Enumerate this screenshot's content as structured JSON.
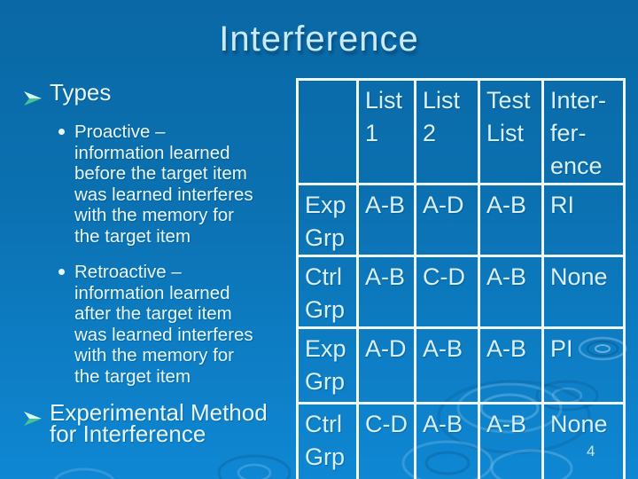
{
  "slide": {
    "title": "Interference",
    "page_number": "4",
    "colors": {
      "background_top": "#0A68A5",
      "background_bottom": "#0F87D3",
      "title_text": "#C9EAF8",
      "body_text": "#E8F7F4",
      "table_border": "#F1F8F9",
      "table_text": "#D9F0F2",
      "arrow_bullet_light": "#D8FAE8",
      "arrow_bullet_dark": "#46C496"
    },
    "bullets": {
      "level1_types": "Types",
      "level2_items": [
        "Proactive –\ninformation learned\nbefore the target item\nwas learned interferes\nwith the memory for\nthe target item",
        "Retroactive –\ninformation learned\nafter the target item\nwas learned interferes\nwith the memory for\nthe target item"
      ],
      "level1_method": "Experimental Method\nfor Interference"
    },
    "table": {
      "headers": [
        "",
        "List\n1",
        "List\n2",
        "Test\nList",
        "Inter-\nfer-\nence"
      ],
      "rows": [
        {
          "label": "Exp\nGrp",
          "cells": [
            "A-B",
            "A-D",
            "A-B",
            "RI"
          ]
        },
        {
          "label": "Ctrl\nGrp",
          "cells": [
            "A-B",
            "C-D",
            "A-B",
            "None"
          ]
        },
        {
          "label": "Exp\nGrp",
          "cells": [
            "A-D",
            "A-B",
            "A-B",
            "PI"
          ]
        },
        {
          "label": "Ctrl\nGrp",
          "cells": [
            "C-D",
            "A-B",
            "A-B",
            "None"
          ]
        }
      ]
    }
  }
}
